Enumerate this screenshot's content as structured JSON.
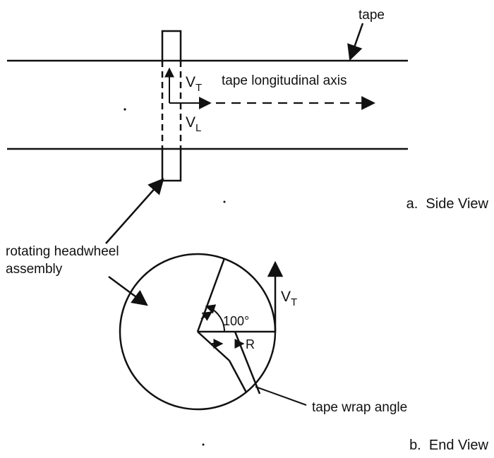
{
  "side_view": {
    "tape_label": "tape",
    "axis_label": "tape longitudinal axis",
    "vt_symbol": "V",
    "vt_subscript": "T",
    "vl_symbol": "V",
    "vl_subscript": "L",
    "headwheel_label_line1": "rotating headwheel",
    "headwheel_label_line2": "assembly",
    "caption": "a.  Side View"
  },
  "end_view": {
    "vt_symbol": "V",
    "vt_subscript": "T",
    "angle_label": "100°",
    "radius_label": "R",
    "wrap_label": "tape wrap angle",
    "caption": "b.  End View"
  },
  "colors": {
    "ink": "#111111",
    "background": "#ffffff"
  }
}
